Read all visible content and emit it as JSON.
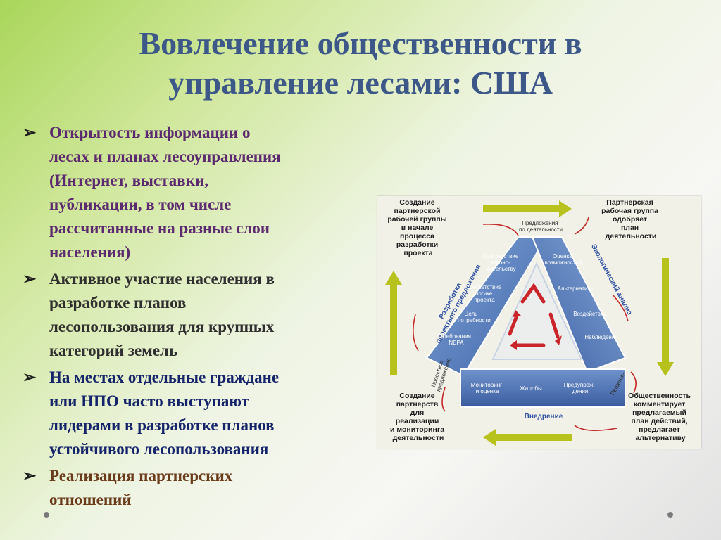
{
  "title": {
    "line1": "Вовлечение общественности в",
    "line2": "управление лесами: США"
  },
  "bullets": [
    {
      "marker": "➢",
      "lines": [
        "Открытость информации о",
        "лесах и планах лесоуправления",
        "(Интернет, выставки,",
        "публикации, в том числе",
        "рассчитанные на разные слои",
        "населения)"
      ]
    },
    {
      "marker": "➢",
      "lines": [
        "Активное участие населения в",
        "разработке планов",
        "лесопользования для крупных",
        "категорий земель"
      ]
    },
    {
      "marker": "➢",
      "lines": [
        "На местах отдельные граждане",
        "или НПО часто выступают",
        "лидерами в разработке планов",
        "устойчивого лесопользования"
      ]
    },
    {
      "marker": "➢",
      "lines": [
        "Реализация партнерских",
        "отношений"
      ]
    }
  ],
  "diagram": {
    "corner_top_left": [
      "Создание",
      "партнерской",
      "рабочей группы",
      "в начале",
      "процесса",
      "разработки",
      "проекта"
    ],
    "corner_top_right": [
      "Партнерская",
      "рабочая группа",
      "одобряет",
      "план",
      "деятельности"
    ],
    "corner_bottom_right": [
      "Общественность",
      "комментирует",
      "предлагаемый",
      "план действий,",
      "предлагает",
      "альтернативу"
    ],
    "corner_bottom_left": [
      "Создание",
      "партнерств",
      "для",
      "реализации",
      "и мониторинга",
      "деятельности"
    ],
    "side_top": [
      "Предложения",
      "по деятельности"
    ],
    "side_left": [
      "Проектное",
      "предложение"
    ],
    "side_right": "Решение",
    "band_left_label": [
      "Разработка",
      "проектного предложения"
    ],
    "band_right_label": "Экологический анализ",
    "band_bottom_label": "Внедрение",
    "left_items": [
      [
        "Соответствие",
        "законо-",
        "дательству"
      ],
      [
        "Соответствие",
        "логике",
        "проекта"
      ],
      [
        "Цель",
        "и потребности"
      ],
      [
        "Требования",
        "NEPA"
      ]
    ],
    "right_items": [
      [
        "Оценка",
        "возможностей"
      ],
      [
        "Альтернативы"
      ],
      [
        "Воздействие"
      ],
      [
        "Наблюдения"
      ]
    ],
    "bottom_items": [
      [
        "Мониторинг",
        "и оценка"
      ],
      [
        "Жалобы"
      ],
      [
        "Предупреж-",
        "дения"
      ]
    ]
  }
}
